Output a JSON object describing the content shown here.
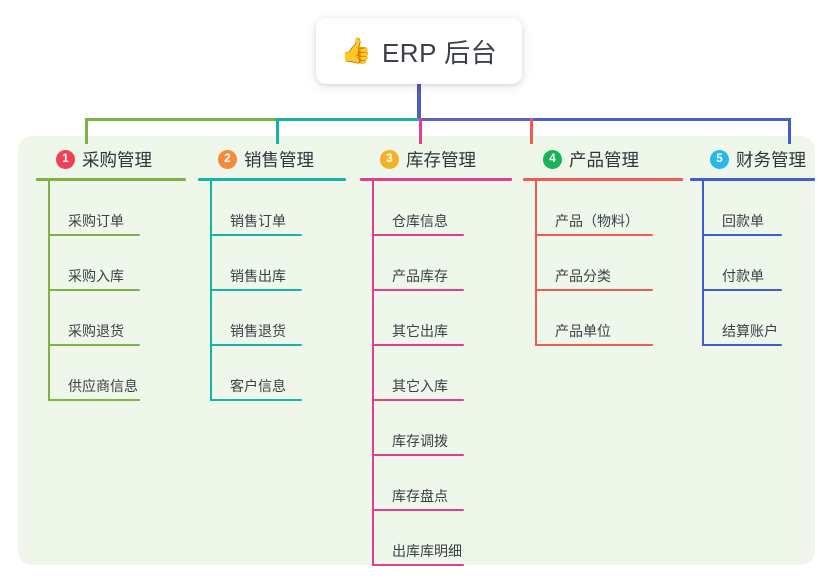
{
  "root": {
    "icon": "thumbs-up-icon",
    "icon_glyph": "👍",
    "title": "ERP 后台"
  },
  "panel": {
    "background": "#eef7ea"
  },
  "connector": {
    "stem_color": "#4f5bbf",
    "bus_segments": [
      {
        "color": "#7cb342"
      },
      {
        "color": "#17b3ab"
      },
      {
        "color": "#5f5fc4"
      },
      {
        "color": "#4a5fd0"
      },
      {
        "color": "#4a5fd0"
      }
    ]
  },
  "columns": [
    {
      "index": "1",
      "title": "采购管理",
      "badge_color": "#ef4056",
      "line_color": "#7cb342",
      "items": [
        {
          "label": "采购订单"
        },
        {
          "label": "采购入库"
        },
        {
          "label": "采购退货"
        },
        {
          "label": "供应商信息"
        }
      ]
    },
    {
      "index": "2",
      "title": "销售管理",
      "badge_color": "#f5893c",
      "line_color": "#17b3ab",
      "items": [
        {
          "label": "销售订单"
        },
        {
          "label": "销售出库"
        },
        {
          "label": "销售退货"
        },
        {
          "label": "客户信息"
        }
      ]
    },
    {
      "index": "3",
      "title": "库存管理",
      "badge_color": "#f5b225",
      "line_color": "#e23e90",
      "items": [
        {
          "label": "仓库信息"
        },
        {
          "label": "产品库存"
        },
        {
          "label": "其它出库"
        },
        {
          "label": "其它入库"
        },
        {
          "label": "库存调拨"
        },
        {
          "label": "库存盘点"
        },
        {
          "label": "出库库明细"
        }
      ]
    },
    {
      "index": "4",
      "title": "产品管理",
      "badge_color": "#16b457",
      "line_color": "#f05a4f",
      "items": [
        {
          "label": "产品（物料）"
        },
        {
          "label": "产品分类"
        },
        {
          "label": "产品单位"
        }
      ]
    },
    {
      "index": "5",
      "title": "财务管理",
      "badge_color": "#28b9e8",
      "line_color": "#3f5fd0",
      "items": [
        {
          "label": "回款单"
        },
        {
          "label": "付款单"
        },
        {
          "label": "结算账户"
        }
      ]
    }
  ]
}
